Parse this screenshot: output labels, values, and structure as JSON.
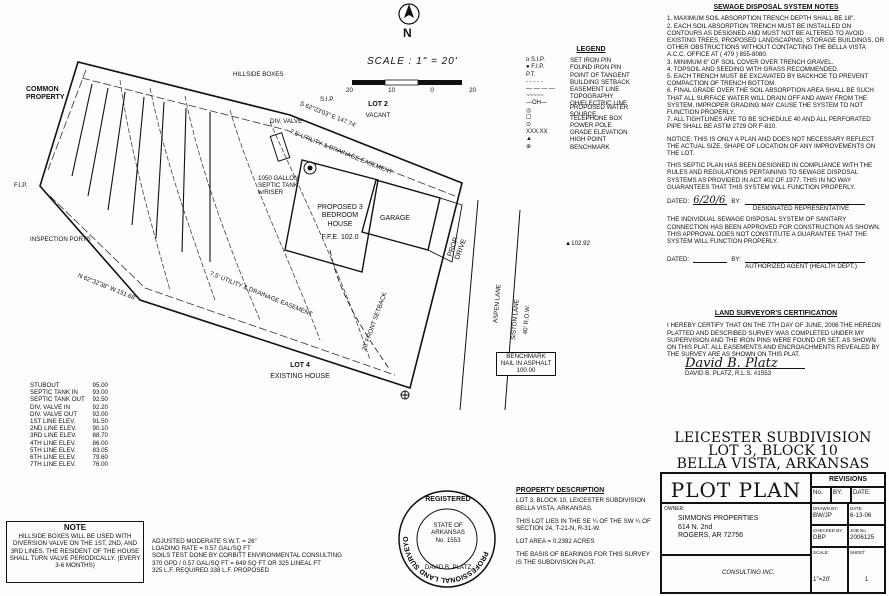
{
  "north": {
    "letter": "N"
  },
  "scale": {
    "label": "SCALE : 1\" = 20'",
    "ticks": [
      "20",
      "10",
      "0",
      "20"
    ]
  },
  "legend": {
    "title": "LEGEND",
    "items": [
      {
        "sym": "o S.I.P.",
        "label": "SET IRON PIN"
      },
      {
        "sym": "● F.I.P.",
        "label": "FOUND IRON PIN"
      },
      {
        "sym": "P.T.",
        "label": "POINT OF TANGENT"
      },
      {
        "sym": "- - - - -",
        "label": "BUILDING SETBACK"
      },
      {
        "sym": "— — — —",
        "label": "EASEMENT LINE"
      },
      {
        "sym": "~~~~~",
        "label": "TOPOGRAPHY"
      },
      {
        "sym": "—OH—",
        "label": "OH/ELECTRIC LINE"
      },
      {
        "sym": "◎",
        "label": "PROPOSED WATER SOURCE"
      },
      {
        "sym": "☐",
        "label": "TELEPHONE BOX"
      },
      {
        "sym": "⊙",
        "label": "POWER POLE"
      },
      {
        "sym": "XXX.XX",
        "label": "GRADE ELEVATION"
      },
      {
        "sym": "▲",
        "label": "HIGH POINT"
      },
      {
        "sym": "⊕",
        "label": "BENCHMARK"
      }
    ]
  },
  "plan_labels": {
    "common_property": "COMMON PROPERTY",
    "hillside_boxes": "HILLSIDE BOXES",
    "lot2": "LOT 2",
    "lot2_sub": "VACANT",
    "septic_tank": "1050 GALLON SEPTIC TANK w/RISER",
    "div_valve": "DIV. VALVE",
    "utility_easement": "7.5' UTILITY & DRAINAGE EASEMENT",
    "utility_easement2": "7.5' UTILITY & DRAINAGE EASEMENT",
    "house": "PROPOSED 3 BEDROOM HOUSE",
    "ffe": "F.F.E. 102.0",
    "garage": "GARAGE",
    "drive": "PROP. DRIVE",
    "inspection": "INSPECTION PORTS",
    "lot4": "LOT 4",
    "lot4_sub": "EXISTING HOUSE",
    "setback": "20' FRONT SETBACK",
    "high_point": "▲102.92",
    "benchmark_title": "BENCHMARK",
    "benchmark_sub": "NAIL IN ASPHALT",
    "benchmark_val": "100.00",
    "street1": "ASPEN LANE",
    "street2": "SISTON LANE",
    "row": "40' R.O.W.",
    "bearing1": "N 62°32'38\" W 151.68'",
    "bearing2": "S 62°23'03\" E 147.74'",
    "fip": "F.I.P.",
    "sip": "S.I.P."
  },
  "elevations": [
    {
      "label": "STUBOUT",
      "value": "95.00"
    },
    {
      "label": "SEPTIC TANK IN",
      "value": "93.00"
    },
    {
      "label": "SEPTIC TANK OUT",
      "value": "92.50"
    },
    {
      "label": "DIV. VALVE IN",
      "value": "92.20"
    },
    {
      "label": "DIV. VALVE OUT",
      "value": "92.00"
    },
    {
      "label": "1ST LINE ELEV.",
      "value": "91.50"
    },
    {
      "label": "2ND LINE ELEV.",
      "value": "90.10"
    },
    {
      "label": "3RD LINE ELEV.",
      "value": "88.70"
    },
    {
      "label": "4TH LINE ELEV.",
      "value": "86.00"
    },
    {
      "label": "5TH LINE ELEV.",
      "value": "83.05"
    },
    {
      "label": "6TH LINE ELEV.",
      "value": "79.60"
    },
    {
      "label": "7TH LINE ELEV.",
      "value": "76.00"
    }
  ],
  "note": {
    "title": "NOTE",
    "text": "HILLSIDE BOXES WILL BE USED WITH DIVERSION VALVE ON THE 1ST, 2ND, AND 3RD LINES. THE RESIDENT OF THE HOUSE SHALL TURN VALVE PERIODICALLY. (EVERY 3-6 MONTHS)"
  },
  "soils": {
    "lines": [
      "ADJUSTED MODERATE S.W.T. = 26\"",
      "LOADING RATE = 0.57 GAL/SQ FT",
      "SOILS TEST DONE BY CORBITT ENVIRONMENTAL CONSULTING",
      "370 GPD / 0.57 GAL/SQ FT = 649 SQ FT OR 325 LINEAL FT",
      "325 L.F. REQUIRED 338 L.F. PROPOSED"
    ]
  },
  "seal": {
    "outer": "PROFESSIONAL LAND SURVEYOR",
    "top": "REGISTERED",
    "state": "STATE OF ARKANSAS",
    "no": "No. 1553",
    "name": "DAVID B. PLATZ"
  },
  "property": {
    "title": "PROPERTY DESCRIPTION",
    "p1": "LOT 3, BLOCK 10, LEICESTER SUBDIVISION BELLA VISTA, ARKANSAS.",
    "p2": "THIS LOT LIES IN THE SE ¼ OF THE SW ¼ OF SECTION 24, T-21-N, R-31-W.",
    "p3": "LOT AREA = 0.2392 ACRES",
    "p4": "THE BASIS OF BEARINGS FOR THIS SURVEY IS THE SUBDIVISION PLAT."
  },
  "sewage": {
    "title": "SEWAGE DISPOSAL SYSTEM NOTES",
    "items": [
      "1. MAXIMUM SOIL ABSORPTION TRENCH DEPTH SHALL BE 18\".",
      "2. EACH SOIL ABSORPTION TRENCH MUST BE INSTALLED ON CONTOURS AS DESIGNED AND MUST NOT BE ALTERED TO AVOID EXISTING TREES, PROPOSED LANDSCAPING, STORAGE BUILDINGS, OR OTHER OBSTRUCTIONS WITHOUT CONTACTING THE BELLA VISTA A.C.C. OFFICE AT ( 479 ) 855-8080.",
      "3. MINIMUM 6\" OF SOIL COVER OVER TRENCH GRAVEL.",
      "4. TOPSOIL AND SEEDING WITH GRASS RECOMMENDED.",
      "5. EACH TRENCH MUST BE EXCAVATED BY BACKHOE TO PREVENT COMPACTION OF TRENCH BOTTOM.",
      "6. FINAL GRADE OVER THE SOIL ABSORPTION AREA SHALL BE SUCH THAT ALL SURFACE WATER WILL DRAIN OFF AND AWAY FROM THE SYSTEM. IMPROPER GRADING MAY CAUSE THE SYSTEM TO NOT FUNCTION PROPERLY.",
      "7. ALL TIGHTLINES ARE TO BE SCHEDULE 40 AND ALL PERFORATED PIPE SHALL BE ASTM 2729 OR F-810."
    ],
    "notice": "NOTICE: THIS IS ONLY A PLAN AND DOES NOT NECESSARY REFLECT THE ACTUAL SIZE, SHAPE OF LOCATION OF ANY IMPROVEMENTS ON THE LOT.",
    "compliance": "THIS SEPTIC PLAN HAS BEEN DESIGNED IN COMPLIANCE WITH THE RULES AND REGULATIONS PERTAINING TO SEWAGE DISPOSAL SYSTEMS AS PROVIDED IN ACT 402 OF 1977. THIS IN NO WAY GUARANTEES THAT THIS SYSTEM WILL FUNCTION PROPERLY.",
    "dated_label": "DATED:",
    "dated_value": "6/20/6",
    "by_label": "BY:",
    "designated": "DESIGNATED REPRESENTATIVE",
    "approval": "THE INDIVIDUAL SEWAGE DISPOSAL SYSTEM OF SANITARY CONNECTION HAS BEEN APPROVED FOR CONSTRUCTION AS SHOWN. THIS APPROVAL DOES NOT CONSTITUTE A GUARANTEE THAT THE SYSTEM WILL FUNCTION PROPERLY.",
    "dated2_label": "DATED:",
    "by2_label": "BY:",
    "agent": "AUTHORIZED AGENT (HEALTH DEPT.)"
  },
  "surveyor": {
    "title": "LAND SURVEYOR'S CERTIFICATION",
    "text": "I HEREBY CERTIFY THAT ON THE 7TH DAY OF JUNE, 2006 THE HEREON PLATTED AND DESCRIBED SURVEY WAS COMPLETED UNDER MY SUPERVISION AND THE IRON PINS WERE FOUND OR SET, AS SHOWN ON THIS PLAT. ALL EASEMENTS AND ENCROACHMENTS REVEALED BY THE SURVEY ARE AS SHOWN ON THIS PLAT.",
    "signature": "David B. Platz",
    "name": "DAVID B. PLATZ, R.L.S. #1553"
  },
  "title_block": {
    "line1": "LEICESTER SUBDIVISION",
    "line2": "LOT 3, BLOCK 10",
    "line3": "BELLA VISTA, ARKANSAS",
    "plot_plan": "PLOT PLAN",
    "revisions": "REVISIONS",
    "rev_no": "No.",
    "rev_by": "BY:",
    "rev_date": "DATE:",
    "owner_label": "OWNER:",
    "owner1": "SIMMONS PROPERTIES",
    "owner2": "614 N. 2nd",
    "owner3": "ROGERS, AR 72756",
    "firm": "CONSULTING INC.",
    "drawn_label": "DRAWN BY:",
    "drawn": "BW/JP",
    "date_label": "DATE:",
    "date": "6-13-06",
    "checked_label": "CHECKED BY:",
    "checked": "DBP",
    "job_label": "JOB No.",
    "job": "2006125",
    "scale_label": "SCALE:",
    "scale": "1\"=20'",
    "sheet_label": "SHEET",
    "sheet": "1"
  }
}
